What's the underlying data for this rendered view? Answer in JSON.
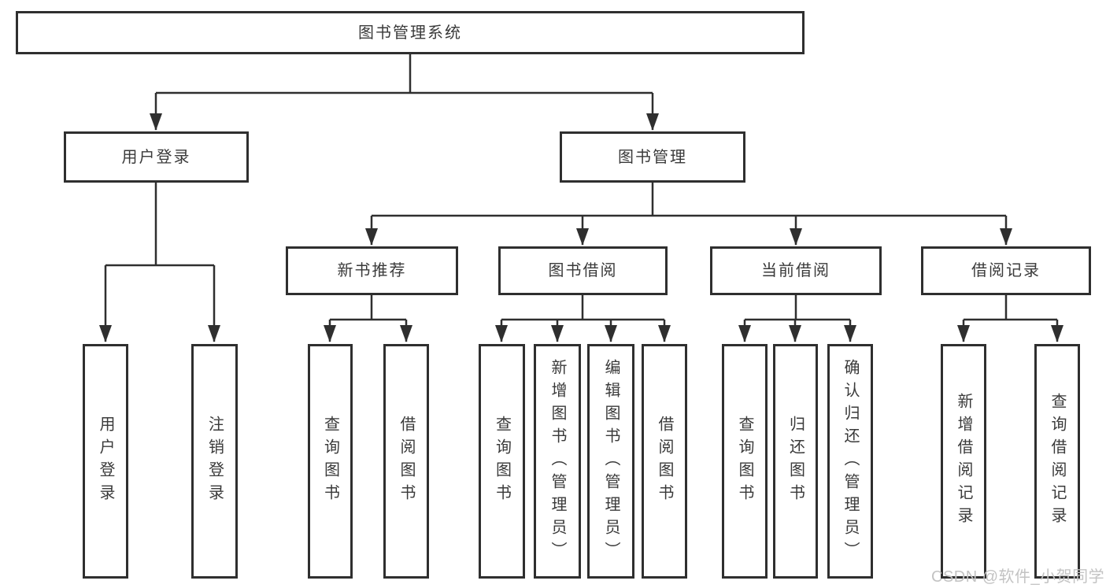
{
  "diagram": {
    "root": "图书管理系统",
    "branches": {
      "user_login": "用户登录",
      "book_mgmt": "图书管理"
    },
    "modules": {
      "new_book": "新书推荐",
      "borrow": "图书借阅",
      "current": "当前借阅",
      "records": "借阅记录"
    },
    "leaves": {
      "user_login_action": "用户登录",
      "logout": "注销登录",
      "nb_query_books": "查询图书",
      "nb_borrow_books": "借阅图书",
      "bw_query_books": "查询图书",
      "bw_add_book_admin": "新增图书（管理员）",
      "bw_edit_book_admin": "编辑图书（管理员）",
      "bw_borrow_books": "借阅图书",
      "cb_query_books": "查询图书",
      "cb_return_books": "归还图书",
      "cb_confirm_return_admin": "确认归还（管理员）",
      "rc_add_record": "新增借阅记录",
      "rc_query_record": "查询借阅记录"
    },
    "colors": {
      "line": "#2f2f2f",
      "text": "#3a3a3a",
      "watermark": "#c3c3c3",
      "background": "#ffffff"
    }
  },
  "watermark": {
    "text": "CSDN @软件_小贺同学"
  }
}
